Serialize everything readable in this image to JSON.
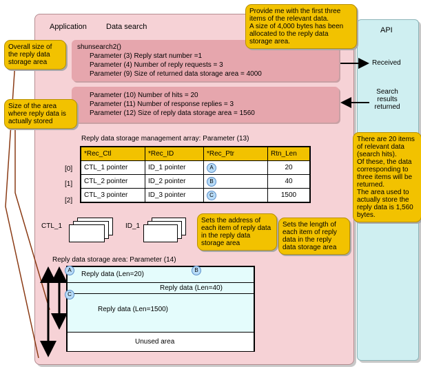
{
  "app_panel": {
    "title": "Application",
    "subtitle": "Data search"
  },
  "api_panel": {
    "title": "API",
    "received": "Received",
    "results_returned": "Search\nresults\nreturned"
  },
  "call": {
    "function": "shunsearch2()",
    "param3": "Parameter (3) Reply start number =1",
    "param4": "Parameter (4) Number of reply requests = 3",
    "param9": "Parameter (9) Size of returned data storage area = 4000"
  },
  "result": {
    "param10": "Parameter (10) Number of hits = 20",
    "param11": "Parameter (11) Number of response replies = 3",
    "param12": "Parameter (12) Size of reply data storage area = 1560"
  },
  "callouts": {
    "request": "Provide me with the first three items of the relevant data.\nA size of 4,000 bytes has been allocated to the reply data storage area.",
    "overall_size": "Overall size of the reply data storage area",
    "stored_size": "Size of the area where reply data is actually stored",
    "hits_info": "There are 20 items of relevant data (search hits).\nOf these, the data corresponding to three items will be returned.\nThe area used to actually store the reply data is 1,560 bytes.",
    "sets_address": "Sets the address of each item of reply data in the reply data storage area",
    "sets_length": "Sets the length of each item of reply data in the reply data storage area"
  },
  "array": {
    "caption": "Reply data storage management array: Parameter (13)",
    "headers": [
      "*Rec_Ctl",
      "*Rec_ID",
      "*Rec_Ptr",
      "Rtn_Len"
    ],
    "rows": [
      {
        "index": "[0]",
        "ctl": "CTL_1 pointer",
        "id": "ID_1 pointer",
        "ptr": "A",
        "len": "20"
      },
      {
        "index": "[1]",
        "ctl": "CTL_2 pointer",
        "id": "ID_2 pointer",
        "ptr": "B",
        "len": "40"
      },
      {
        "index": "[2]",
        "ctl": "CTL_3 pointer",
        "id": "ID_3 pointer",
        "ptr": "C",
        "len": "1500"
      }
    ]
  },
  "stacks": {
    "ctl": "CTL_1",
    "id": "ID_1"
  },
  "storage": {
    "caption": "Reply data storage area: Parameter (14)",
    "marker_a": "A",
    "marker_b": "B",
    "marker_c": "C",
    "reply1": "Reply data (Len=20)",
    "reply2": "Reply data (Len=40)",
    "reply3": "Reply data (Len=1500)",
    "unused": "Unused area"
  }
}
